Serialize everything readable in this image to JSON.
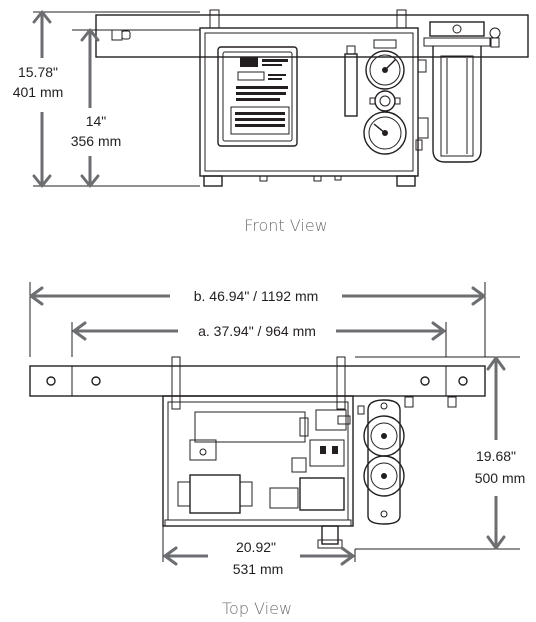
{
  "front_view": {
    "caption": "Front View",
    "height_overall": {
      "imperial": "15.78\"",
      "metric": "401 mm"
    },
    "height_cabinet": {
      "imperial": "14\"",
      "metric": "356 mm"
    }
  },
  "top_view": {
    "caption": "Top View",
    "width_overall": "b. 46.94\" / 1192 mm",
    "width_holes": "a. 37.94\" / 964 mm",
    "depth": {
      "imperial": "19.68\"",
      "metric": "500 mm"
    },
    "cabinet_width": {
      "imperial": "20.92\"",
      "metric": "531 mm"
    }
  },
  "colors": {
    "line": "#231f20",
    "dimension": "#6d6e71",
    "background": "#ffffff"
  }
}
